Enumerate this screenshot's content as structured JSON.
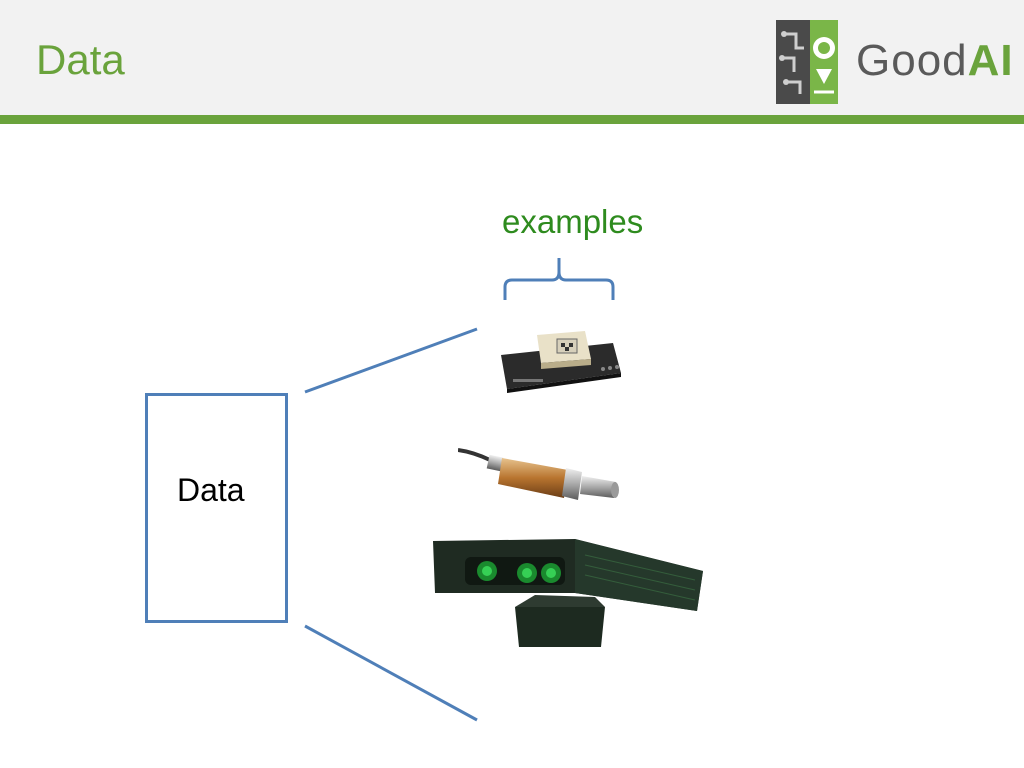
{
  "slide": {
    "title": "Data",
    "logo_text_good": "Good",
    "logo_text_ai": "AI"
  },
  "diagram": {
    "examples_label": "examples",
    "box_label": "Data",
    "images": [
      {
        "name": "imu-sensor-board-image"
      },
      {
        "name": "oxygen-sensor-image"
      },
      {
        "name": "depth-camera-image"
      }
    ]
  },
  "colors": {
    "accent_green": "#6aa33c",
    "examples_green": "#2e8b1e",
    "line_blue": "#4f7fb8"
  }
}
